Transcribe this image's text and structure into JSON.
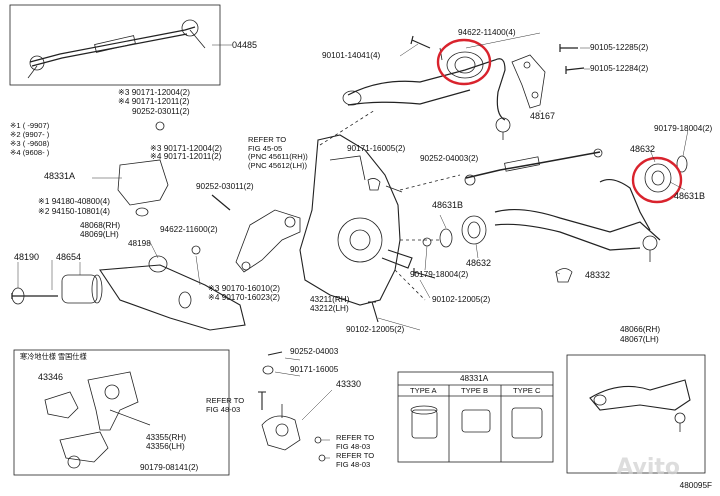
{
  "figure_code": "480095F",
  "watermark": "Avito",
  "highlight_color": "#d9232d",
  "parts": {
    "p04485": "04485",
    "p90101_14041": "90101-14041(4)",
    "p94622_11400": "94622-11400(4)",
    "p90105_12285": "90105-12285(2)",
    "p90105_12284": "90105-12284(2)",
    "p48167": "48167",
    "p90179_18004_tr": "90179-18004(2)",
    "p48632_tr": "48632",
    "p48631B_r": "48631B",
    "p90171_12004_a": "※3 90171-12004(2)",
    "p90171_12011_a": "※4 90171-12011(2)",
    "p90252_03011_a": "90252-03011(2)",
    "p90171_12004_b": "※3 90171-12004(2)",
    "p90171_12011_b": "※4 90171-12011(2)",
    "p90171_16005": "90171-16005(2)",
    "p90252_04003": "90252-04003(2)",
    "p90252_03011_b": "90252-03011(2)",
    "p48331A": "48331A",
    "p94180_40800": "※1 94180-40800(4)",
    "p94150_10801": "※2 94150-10801(4)",
    "p48068": "48068(RH)",
    "p48069": "48069(LH)",
    "p94622_11600": "94622-11600(2)",
    "p48198": "48198",
    "p48190": "48190",
    "p48654": "48654",
    "p90170_16010": "※3 90170-16010(2)",
    "p90170_16023": "※4 90170-16023(2)",
    "p48631B_c": "48631B",
    "p48632_c": "48632",
    "p90179_18004_c": "90179-18004(2)",
    "p48332": "48332",
    "p90102_12005_a": "90102-12005(2)",
    "p90102_12005_b": "90102-12005(2)",
    "p43211": "43211(RH)",
    "p43212": "43212(LH)",
    "p48066": "48066(RH)",
    "p48067": "48067(LH)",
    "p43346": "43346",
    "p43355": "43355(RH)",
    "p43356": "43356(LH)",
    "p90179_08141": "90179-08141(2)",
    "p90252_04003_b": "90252-04003",
    "p90171_16005_b": "90171-16005",
    "p43330": "43330"
  },
  "notes": {
    "legend": [
      "※1 (   -9907)",
      "※2 (9907-   )",
      "※3 (   -9608)",
      "※4 (9608-   )"
    ],
    "refer1": [
      "REFER TO",
      "FIG 45-05",
      "(PNC 45611(RH))",
      "(PNC 45612(LH))"
    ],
    "refer2": [
      "REFER TO",
      "FIG 48-03"
    ],
    "refer3": [
      "REFER TO",
      "FIG 48-03"
    ],
    "refer4": [
      "REFER TO",
      "FIG 48-03"
    ],
    "spec_note": "寒冷地仕様 雪国仕様"
  },
  "type_table": {
    "title": "48331A",
    "types": [
      "TYPE A",
      "TYPE B",
      "TYPE C"
    ]
  }
}
